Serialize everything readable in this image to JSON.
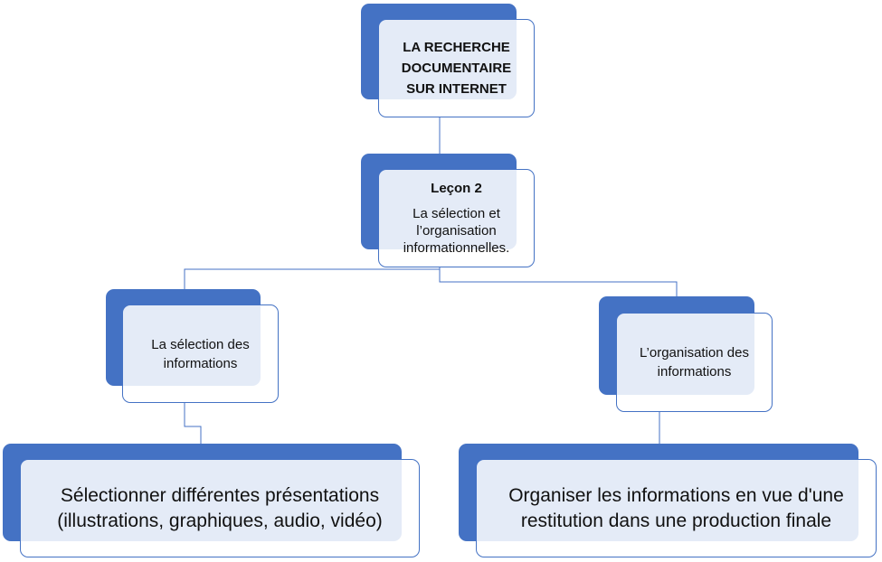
{
  "root": {
    "lines": [
      "LA RECHERCHE",
      "DOCUMENTAIRE",
      "SUR INTERNET"
    ]
  },
  "lesson": {
    "title": "Leçon 2",
    "subtitle_lines": [
      "La sélection et",
      "l’organisation",
      "informationnelles."
    ]
  },
  "left_branch": {
    "label_lines": [
      "La sélection des",
      "informations"
    ],
    "detail_lines": [
      "Sélectionner différentes présentations",
      "(illustrations, graphiques, audio, vidéo)"
    ]
  },
  "right_branch": {
    "label_lines": [
      "L’organisation des",
      "informations"
    ],
    "detail_lines": [
      "Organiser les informations en vue d'une",
      "restitution  dans une production finale"
    ]
  },
  "colors": {
    "accent": "#4472C4",
    "box_fill": "#ffffff",
    "line": "#4472C4"
  }
}
